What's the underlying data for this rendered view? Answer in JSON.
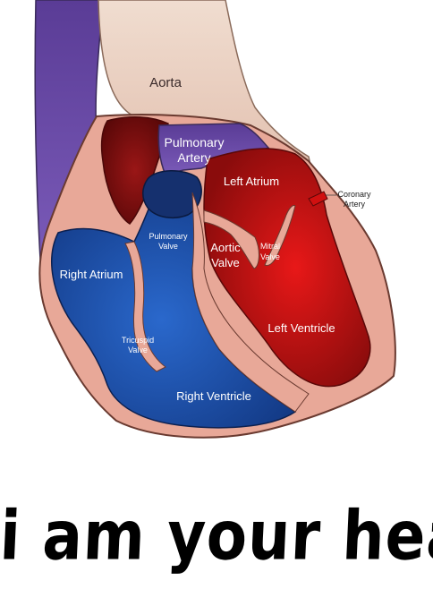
{
  "labels": {
    "aorta": "Aorta",
    "pulmonary_artery_1": "Pulmonary",
    "pulmonary_artery_2": "Artery",
    "left_atrium": "Left Atrium",
    "coronary_artery_1": "Coronary",
    "coronary_artery_2": "Artery",
    "pulmonary_valve_1": "Pulmonary",
    "pulmonary_valve_2": "Valve",
    "aortic_valve_1": "Aortic",
    "aortic_valve_2": "Valve",
    "mitral_valve_1": "Mitral",
    "mitral_valve_2": "Valve",
    "right_atrium": "Right Atrium",
    "tricuspid_valve_1": "Tricuspid",
    "tricuspid_valve_2": "Valve",
    "left_ventricle": "Left Ventricle",
    "right_ventricle": "Right Ventricle"
  },
  "caption": "i am your heart",
  "colors": {
    "muscle": "#e8a898",
    "aorta_tissue": "#ecd0c0",
    "oxygenated": "#d01010",
    "deoxygenated": "#1e4ea8",
    "pulmonary_purple": "#6a4aa8",
    "dark_red": "#7a1010"
  }
}
